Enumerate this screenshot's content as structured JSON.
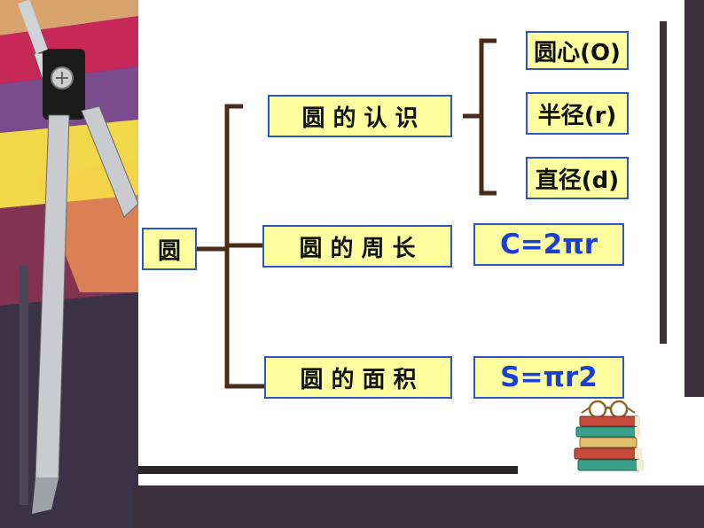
{
  "root": {
    "label": "圆"
  },
  "branches": [
    {
      "label": "圆的认识",
      "children": [
        "圆心(O)",
        "半径(r)",
        "直径(d)"
      ]
    },
    {
      "label": "圆的周长",
      "formula": "C=2πr"
    },
    {
      "label": "圆的面积",
      "formula": "S=πr2"
    }
  ],
  "colors": {
    "box_fill": "#ffffa0",
    "box_border": "#2d55c4",
    "bracket": "#4a2a1a",
    "formula_text": "#1a3fd6"
  },
  "decor": {
    "left_image": "compass-photo",
    "corner_image": "books-glasses-clipart"
  }
}
